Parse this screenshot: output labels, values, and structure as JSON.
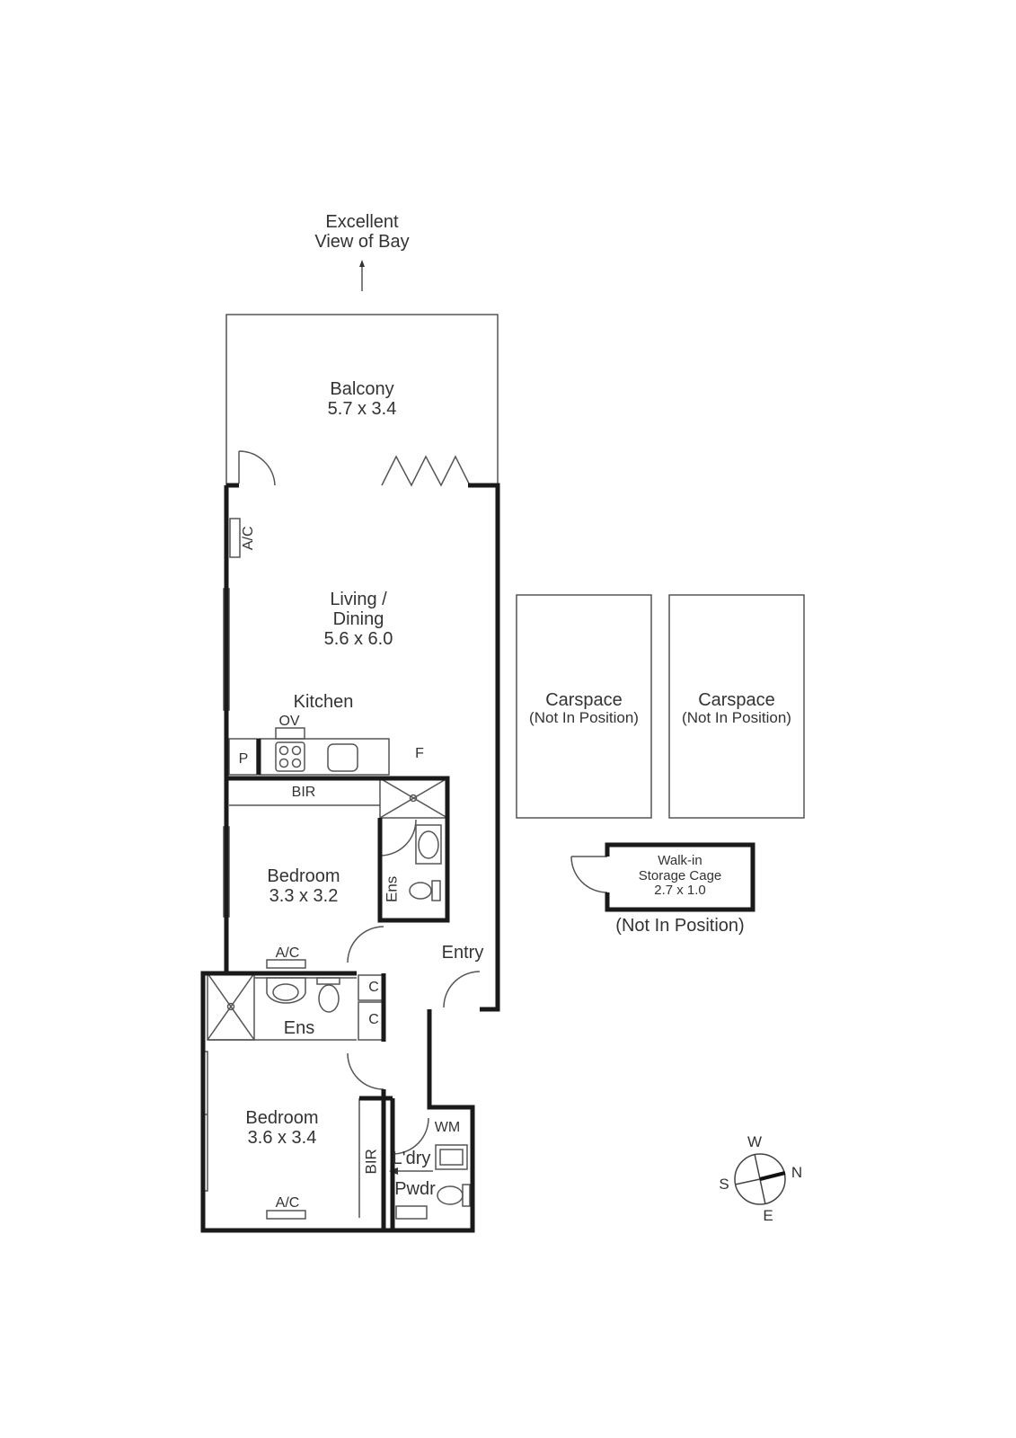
{
  "view_note": {
    "line1": "Excellent",
    "line2": "View of Bay",
    "arrow": "up-arrow"
  },
  "rooms": {
    "balcony": {
      "name": "Balcony",
      "size": "5.7 x 3.4"
    },
    "living": {
      "line1": "Living /",
      "line2": "Dining",
      "size": "5.6 x 6.0"
    },
    "kitchen": {
      "name": "Kitchen",
      "oven": "OV",
      "pantry": "P",
      "fridge": "F"
    },
    "bir1": {
      "name": "BIR"
    },
    "bedroom1": {
      "name": "Bedroom",
      "size": "3.3 x 3.2"
    },
    "ens1": {
      "name": "Ens"
    },
    "entry": {
      "name": "Entry"
    },
    "ac_labels": [
      "A/C",
      "A/C",
      "A/C"
    ],
    "ens2": {
      "name": "Ens"
    },
    "cupboards": [
      "C",
      "C"
    ],
    "bedroom2": {
      "name": "Bedroom",
      "size": "3.6 x 3.4"
    },
    "bir2": {
      "name": "BIR"
    },
    "laundry": {
      "name": "L'dry",
      "wm": "WM"
    },
    "powder": {
      "name": "Pwdr"
    }
  },
  "carspaces": [
    {
      "name": "Carspace",
      "note": "(Not In Position)"
    },
    {
      "name": "Carspace",
      "note": "(Not In Position)"
    }
  ],
  "storage": {
    "line1": "Walk-in",
    "line2": "Storage Cage",
    "size": "2.7 x 1.0",
    "note": "(Not In Position)"
  },
  "compass": {
    "n": "N",
    "s": "S",
    "e": "E",
    "w": "W"
  },
  "colors": {
    "wall": "#1a1a1a",
    "line": "#555555",
    "text": "#333333",
    "background": "#ffffff"
  }
}
